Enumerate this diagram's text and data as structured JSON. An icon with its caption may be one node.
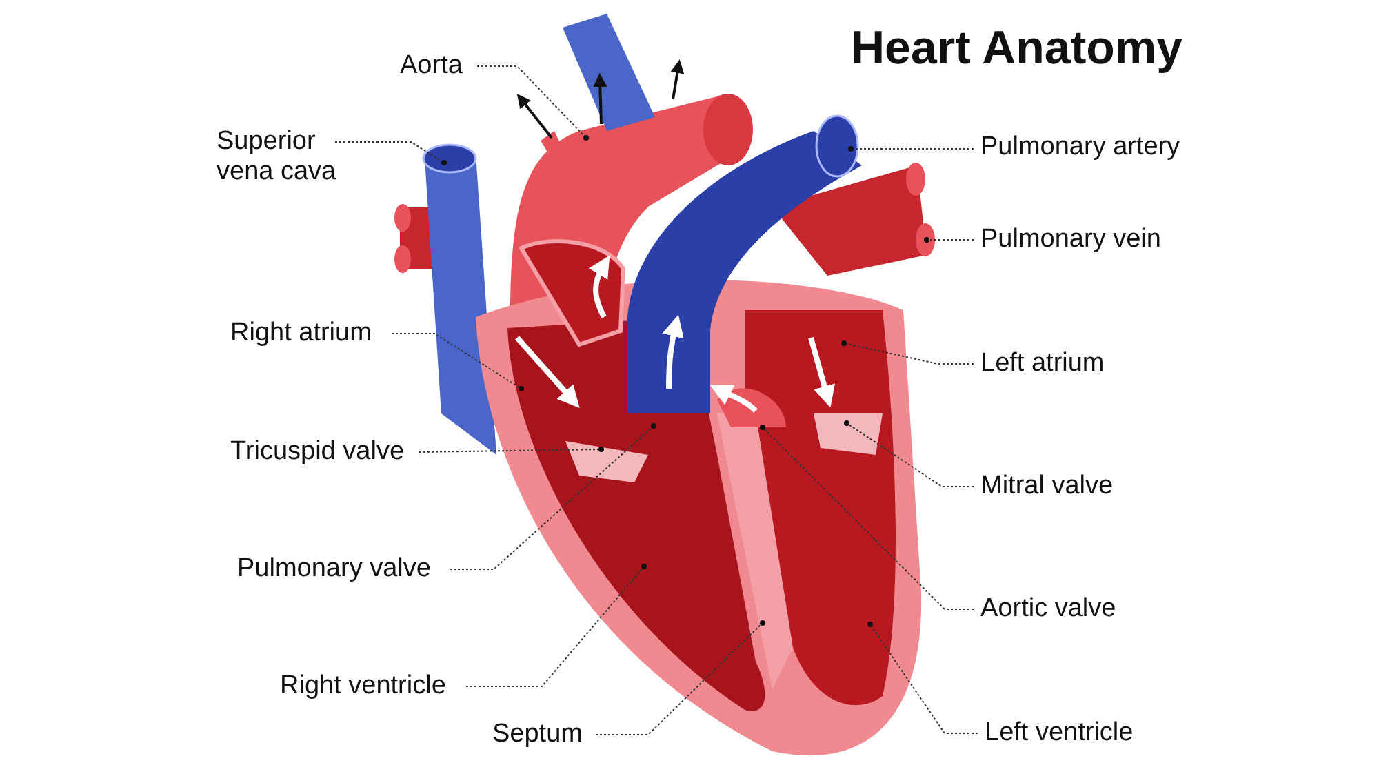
{
  "diagram": {
    "title": "Heart Anatomy",
    "nodes": [
      {
        "text": [
          "Aorta"
        ]
      },
      {
        "text": [
          "Superior vena cava"
        ]
      },
      {
        "text": [
          "Pulmonary artery"
        ]
      },
      {
        "text": [
          "Pulmonary vein"
        ]
      },
      {
        "text": [
          "Right atrium"
        ]
      },
      {
        "text": [
          "Left atrium"
        ]
      },
      {
        "text": [
          "Tricuspid valve"
        ]
      },
      {
        "text": [
          "Mitral valve"
        ]
      },
      {
        "text": [
          "Pulmonary valve"
        ]
      },
      {
        "text": [
          "Aortic valve"
        ]
      },
      {
        "text": [
          "Right ventricle"
        ]
      },
      {
        "text": [
          "Septum"
        ]
      },
      {
        "text": [
          "Left ventricle"
        ]
      }
    ],
    "edges": [
      {
        "from": 0,
        "to": null,
        "arrow": "other"
      },
      {
        "from": 1,
        "to": null,
        "arrow": "other"
      },
      {
        "from": 2,
        "to": null,
        "arrow": "other"
      },
      {
        "from": 3,
        "to": null,
        "arrow": "other"
      },
      {
        "from": 4,
        "to": null,
        "arrow": "other"
      },
      {
        "from": 5,
        "to": null,
        "arrow": "other"
      },
      {
        "from": 6,
        "to": null,
        "arrow": "other"
      },
      {
        "from": 7,
        "to": null,
        "arrow": "other"
      },
      {
        "from": 8,
        "to": null,
        "arrow": "other"
      },
      {
        "from": 9,
        "to": null,
        "arrow": "other"
      },
      {
        "from": 10,
        "to": null,
        "arrow": "other"
      },
      {
        "from": 11,
        "to": null,
        "arrow": "other"
      },
      {
        "from": 12,
        "to": null,
        "arrow": "other"
      }
    ]
  }
}
